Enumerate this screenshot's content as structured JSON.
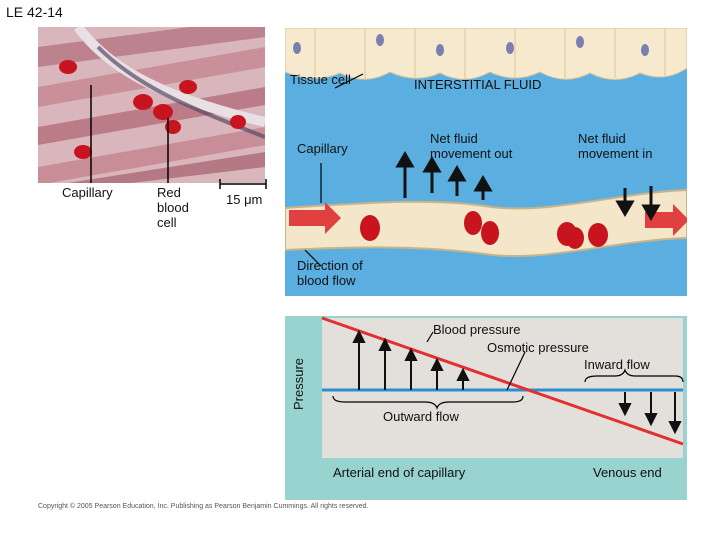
{
  "figure_label": "LE 42-14",
  "copyright": "Copyright © 2005 Pearson Education, Inc. Publishing as Pearson Benjamin Cummings. All rights reserved.",
  "micrograph": {
    "capillary_label": "Capillary",
    "rbc_label": "Red\nblood\ncell",
    "scale_label": "15 μm"
  },
  "diagram": {
    "tissue_cell_label": "Tissue cell",
    "interstitial_label": "INTERSTITIAL FLUID",
    "capillary_label": "Capillary",
    "net_out_label": "Net fluid\nmovement out",
    "net_in_label": "Net fluid\nmovement in",
    "direction_label": "Direction of\nblood flow"
  },
  "graph": {
    "y_axis_label": "Pressure",
    "blood_pressure_label": "Blood pressure",
    "osmotic_pressure_label": "Osmotic pressure",
    "inward_flow_label": "Inward flow",
    "outward_flow_label": "Outward flow",
    "arterial_label": "Arterial end of capillary",
    "venous_label": "Venous end"
  },
  "colors": {
    "interstitial": "#5aaee0",
    "graph_frame": "#98d3d0",
    "graph_plot": "#e3e0dc",
    "blood_pressure_line": "#e23030",
    "osmotic_line": "#2a8fd0",
    "rbc": "#c8141e",
    "flow_arrow": "#e04040"
  }
}
